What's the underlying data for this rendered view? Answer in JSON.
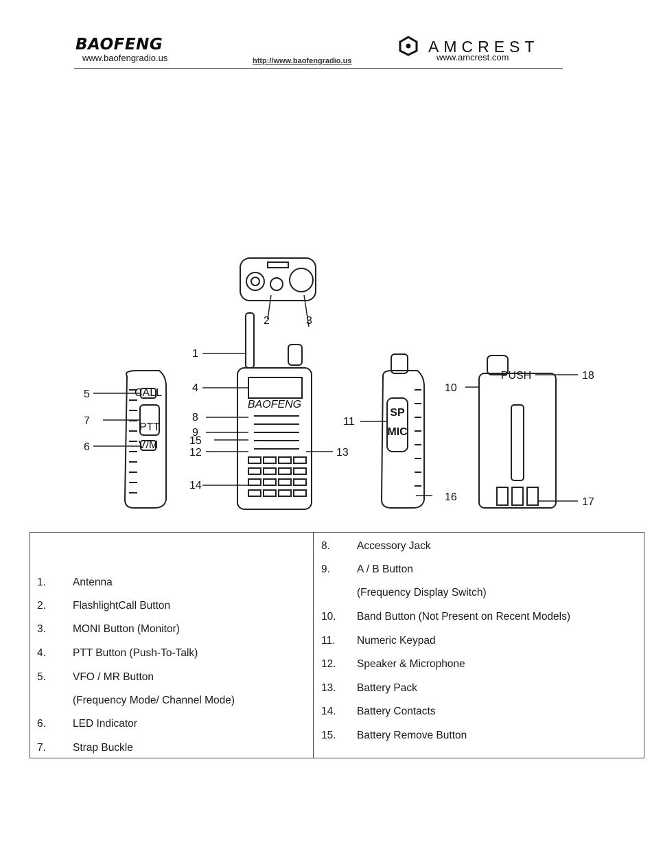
{
  "header": {
    "baofeng_logo": "BAOFENG",
    "baofeng_url": "www.baofengradio.us",
    "center_url": "http://www.baofengradio.us",
    "amcrest_logo": "AMCREST",
    "amcrest_url": "www.amcrest.com"
  },
  "figure": {
    "callouts": [
      "1",
      "2",
      "3",
      "4",
      "5",
      "6",
      "7",
      "8",
      "9",
      "10",
      "11",
      "12",
      "13",
      "14",
      "15",
      "16",
      "17",
      "18"
    ],
    "device_labels": {
      "call": "CALL",
      "ptt": "PTT",
      "vm": "V/M",
      "push": "PUSH",
      "sp": "SP",
      "mic": "MIC",
      "brand": "BAOFENG"
    }
  },
  "legend": {
    "left": [
      {
        "num": "1.",
        "text": "Antenna"
      },
      {
        "num": "2.",
        "text": "FlashlightCall Button"
      },
      {
        "num": "3.",
        "text": "MONI Button (Monitor)"
      },
      {
        "num": "4.",
        "text": "PTT Button (Push-To-Talk)"
      },
      {
        "num": "5.",
        "text": "VFO / MR Button"
      },
      {
        "num": "",
        "text": "(Frequency Mode/ Channel Mode)"
      },
      {
        "num": "6.",
        "text": "LED Indicator"
      },
      {
        "num": "7.",
        "text": "Strap Buckle"
      }
    ],
    "right": [
      {
        "num": "8.",
        "text": "Accessory Jack"
      },
      {
        "num": "9.",
        "text": "A / B Button"
      },
      {
        "num": "",
        "text": "(Frequency Display Switch)"
      },
      {
        "num": "10.",
        "text": "Band Button (Not Present on Recent Models)"
      },
      {
        "num": "11.",
        "text": "Numeric Keypad"
      },
      {
        "num": "12.",
        "text": "Speaker & Microphone"
      },
      {
        "num": "13.",
        "text": "Battery Pack"
      },
      {
        "num": "14.",
        "text": "Battery Contacts"
      },
      {
        "num": "15.",
        "text": "Battery Remove Button"
      }
    ]
  }
}
